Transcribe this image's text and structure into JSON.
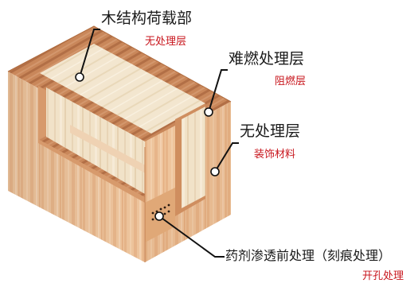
{
  "labels": {
    "wood_structure": {
      "title": "木结构荷载部",
      "sub": "无处理层"
    },
    "fire_retardant": {
      "title": "难燃处理层",
      "sub": "阻燃层"
    },
    "untreated": {
      "title": "无处理层",
      "sub": "装饰材料"
    },
    "preservative": {
      "title": "药剂渗透前处理（刻痕处理）",
      "sub": "开孔处理"
    }
  },
  "colors": {
    "core_wood": "#eedcc0",
    "outer_wood": "#e9b98f",
    "top_edge": "#d48a58",
    "dark_grain": "#8a4b2a",
    "label_red": "#c8161d"
  }
}
